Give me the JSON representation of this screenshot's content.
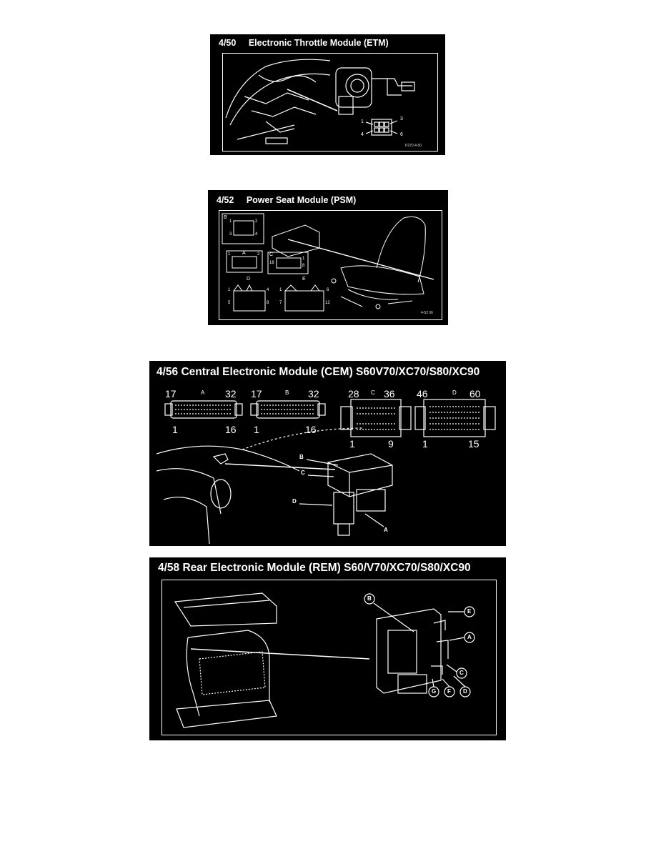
{
  "figures": [
    {
      "number": "4/50",
      "name": "Electronic Throttle Module (ETM)",
      "pins": [
        "1",
        "3",
        "4",
        "6"
      ],
      "code": "P270 4-50"
    },
    {
      "number": "4/52",
      "name": "Power Seat Module (PSM)",
      "connectors": [
        "B",
        "A",
        "C",
        "D",
        "E"
      ],
      "pins_b": [
        "1",
        "2",
        "3",
        "4"
      ],
      "pins_a": [
        "1",
        "2"
      ],
      "pins_c": [
        "16",
        "1",
        "8"
      ],
      "pins_d": [
        "1",
        "4",
        "5",
        "8"
      ],
      "pins_e": [
        "1",
        "6",
        "7",
        "12"
      ],
      "code": "4-52 06"
    },
    {
      "title": "4/56 Central Electronic Module (CEM) S60V70/XC70/S80/XC90",
      "connectors": [
        {
          "label": "A",
          "top_left": "17",
          "top_right": "32",
          "bottom_left": "1",
          "bottom_right": "16"
        },
        {
          "label": "B",
          "top_left": "17",
          "top_right": "32",
          "bottom_left": "1",
          "bottom_right": "16"
        },
        {
          "label": "C",
          "top_left": "28",
          "top_right": "36",
          "bottom_left": "1",
          "bottom_right": "9"
        },
        {
          "label": "D",
          "top_left": "46",
          "top_right": "60",
          "bottom_left": "1",
          "bottom_right": "15"
        }
      ],
      "callouts": [
        "B",
        "C",
        "D",
        "A"
      ]
    },
    {
      "title": "4/58 Rear Electronic Module (REM) S60/V70/XC70/S80/XC90",
      "callouts": [
        "B",
        "E",
        "A",
        "C",
        "G",
        "F",
        "D"
      ]
    }
  ]
}
